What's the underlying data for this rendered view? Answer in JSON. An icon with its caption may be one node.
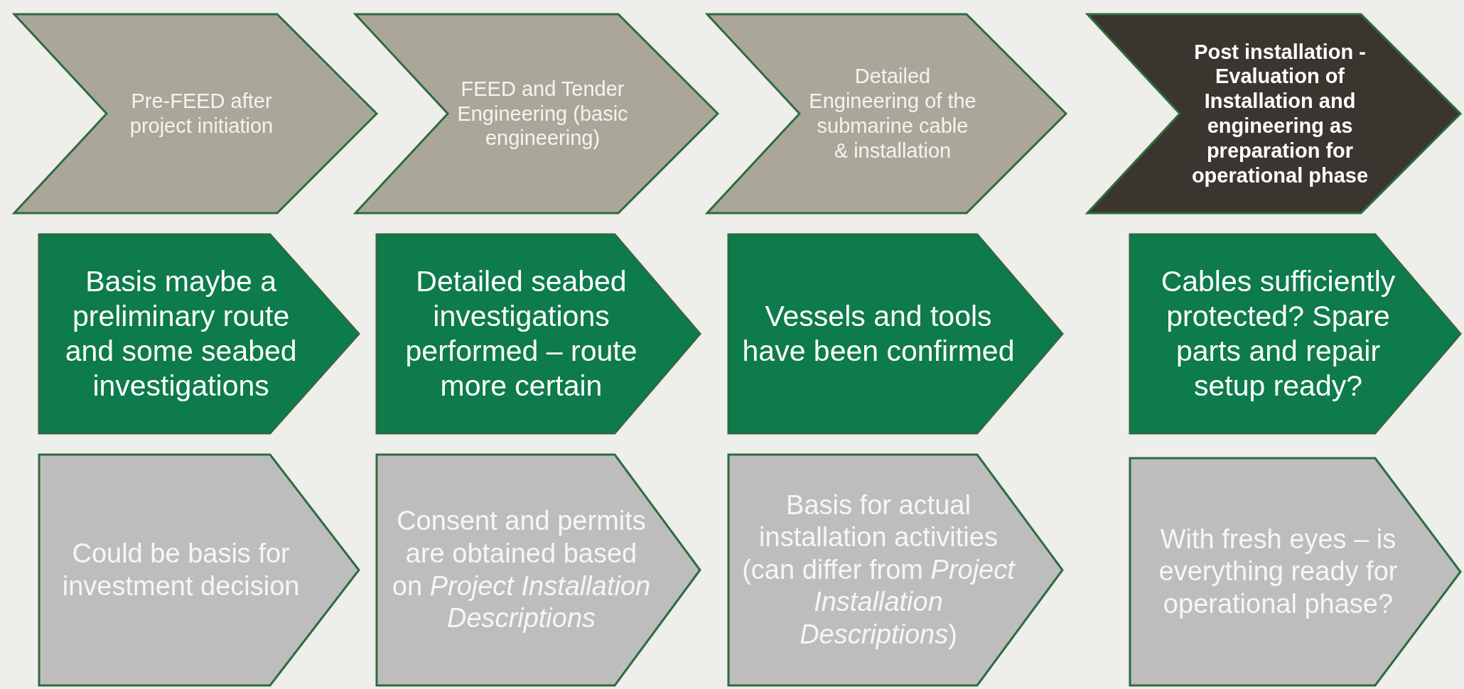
{
  "diagram": {
    "nodes": [
      {
        "text": [
          "Pre-FEED after project initiation"
        ]
      },
      {
        "text": [
          "FEED and Tender Engineering (basic engineering)"
        ]
      },
      {
        "text": [
          "Detailed Engineering of the submarine cable & installation"
        ]
      },
      {
        "text": [
          "Post installation - Evaluation of Installation and engineering as preparation for operational phase"
        ]
      },
      {
        "text": [
          "Basis maybe a preliminary route and some seabed investigations"
        ]
      },
      {
        "text": [
          "Detailed seabed investigations performed – route more certain"
        ]
      },
      {
        "text": [
          "Vessels and tools have been confirmed"
        ]
      },
      {
        "text": [
          "Cables sufficiently protected? Spare parts and repair setup ready?"
        ]
      },
      {
        "text": [
          "Could be basis for investment decision"
        ]
      },
      {
        "text": [
          "Consent and permits are obtained based on *Project Installation Descriptions*"
        ]
      },
      {
        "text": [
          "Basis for actual installation activities (can differ from *Project Installation Descriptions*)"
        ]
      },
      {
        "text": [
          "With fresh eyes – is everything ready for operational phase?"
        ]
      }
    ]
  }
}
